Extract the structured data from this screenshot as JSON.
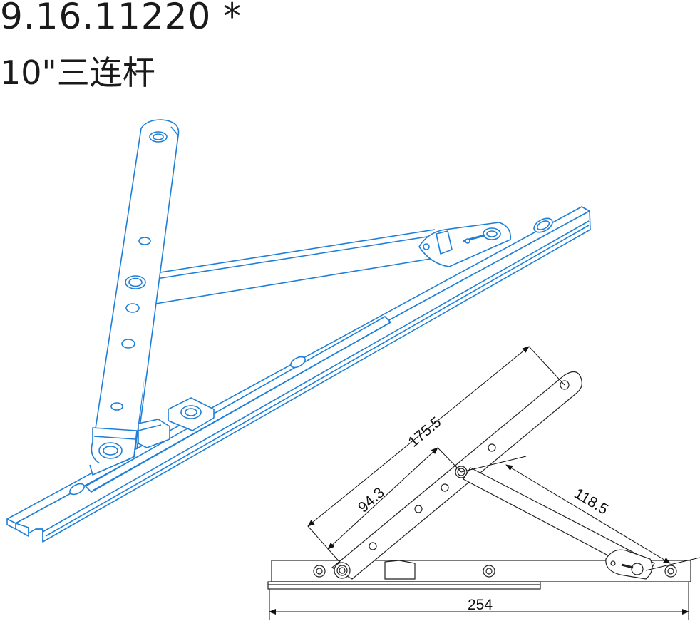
{
  "header": {
    "code": "9.16.11220 *",
    "name": "10\"三连杆"
  },
  "colors": {
    "render_stroke": "#1e7fd8",
    "render_fill": "#ffffff",
    "drawing_stroke": "#222222"
  },
  "dimensions": {
    "d1": "175.5",
    "d2": "94.3",
    "d3": "118.5",
    "d4": "254"
  }
}
